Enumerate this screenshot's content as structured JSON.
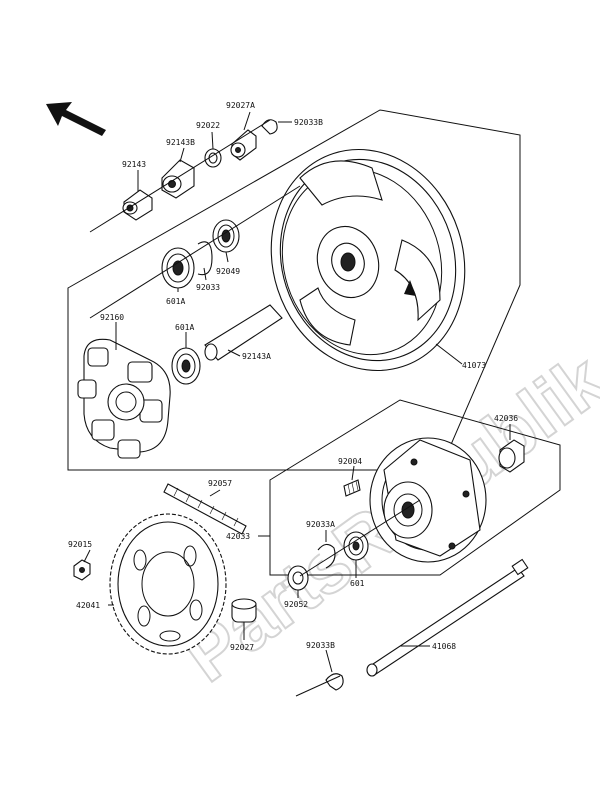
{
  "watermark": "PartsRepublik",
  "labels": {
    "p92027A": "92027A",
    "p92033B_top": "92033B",
    "p92022": "92022",
    "p92143B": "92143B",
    "p92143": "92143",
    "p92049": "92049",
    "p92033": "92033",
    "p601A_top": "601A",
    "p601A_mid": "601A",
    "p92160": "92160",
    "p92143A": "92143A",
    "p41073": "41073",
    "p42036": "42036",
    "p92004": "92004",
    "p92057": "92057",
    "p92033A": "92033A",
    "p42033": "42033",
    "p601": "601",
    "p92015": "92015",
    "p42041": "42041",
    "p92052": "92052",
    "p92027": "92027",
    "p92033B_bot": "92033B",
    "p41068": "41068"
  }
}
